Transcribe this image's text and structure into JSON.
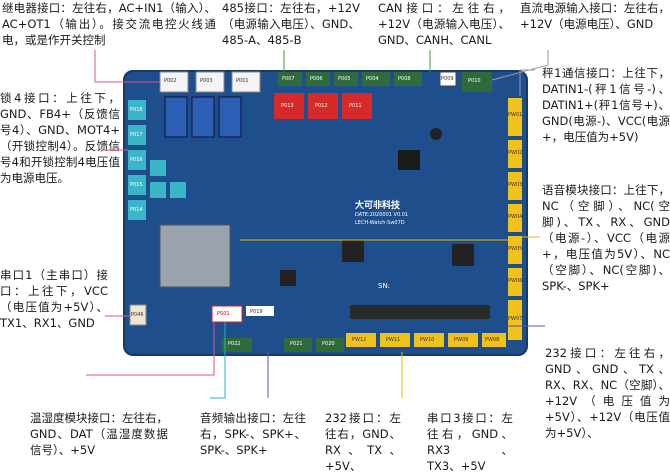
{
  "callouts": {
    "relay": "继电器接口：左往右，AC+IN1（输入）、AC+OT1（输出）。接交流电控火线通电，或是作开关控制",
    "rs485": "485接口：左往右，+12V（电源输入电压）、GND、485-A、485-B",
    "can": "CAN接口：左往右，+12V（电源输入电压）、GND、CANH、CANL",
    "dc_power": "直流电源输入接口：左往右，+12V（电源电压）、GND",
    "lock4": "锁4接口：上往下，GND、FB4+（反馈信号4）、GND、MOT4+（开锁控制4）。反馈信号4和开锁控制4电压值为电源电压。",
    "scale1": "秤1通信接口：上往下，DATIN1-(秤1信号-)、DATIN1+(秤1信号+)、GND(电源-)、VCC(电源+，电压值为+5V)",
    "voice": "语音模块接口：上往下，NC（空脚）、NC(空脚)、TX、RX、GND（电源-）、VCC（电源+，电压值为5V）、NC（空脚）、NC(空脚)、SPK-、SPK+",
    "uart1": "串口1（主串口）接口：上往下，VCC（电压值为+5V）、TX1、RX1、GND",
    "rs232_right": "232接口：左往右，GND、GND、TX、RX、RX、NC（空脚）、+12V（电压值为+5V）、+12V（电压值为+5V）、",
    "humidity": "温湿度模块接口：左往右，GND、DAT（温湿度数据信号）、+5V",
    "audio_out": "音频输出接口：左往右，SPK-、SPK+、SPK-、SPK+",
    "rs232_bottom": "232接口：左往右，GND、RX、TX、+5V、",
    "uart3": "串口3接口：左往右，GND、RX3、TX3、+5V"
  },
  "board": {
    "brand": "大可非科技",
    "model": "LECH-Watch-Sw07D",
    "date": "DATE:2020001 V0.01",
    "sn": "SN:",
    "connectors_top": [
      "P002",
      "P003",
      "P001"
    ],
    "connectors_top_right": [
      "P007",
      "P006",
      "P005",
      "P004",
      "P008",
      "P009",
      "P010"
    ],
    "red_headers": [
      "P013",
      "P012",
      "P011"
    ],
    "left_headers": [
      "P018",
      "P017",
      "P016",
      "P015",
      "P014"
    ],
    "right_headers": [
      "PW01",
      "PW02",
      "PW03",
      "PW04",
      "PW05",
      "PW06",
      "PW07"
    ],
    "bottom_headers": [
      "PW12",
      "PW11",
      "PW10",
      "PW09",
      "PW08"
    ],
    "bottom_misc": [
      "PS01",
      "P019",
      "P022",
      "P021",
      "P020"
    ],
    "left_small": "P046"
  },
  "colors": {
    "pcb": "#1f4e8c",
    "relay": "#2a5fb4",
    "connector_red": "#d42a2a",
    "connector_yellow": "#f2c21c",
    "leader_green": "#2e9e3c",
    "leader_yellow": "#e0c000",
    "leader_purple": "#6a4ca8",
    "leader_teal": "#2ab5b5",
    "leader_pink": "#e24f8a",
    "leader_gray": "#999999"
  }
}
